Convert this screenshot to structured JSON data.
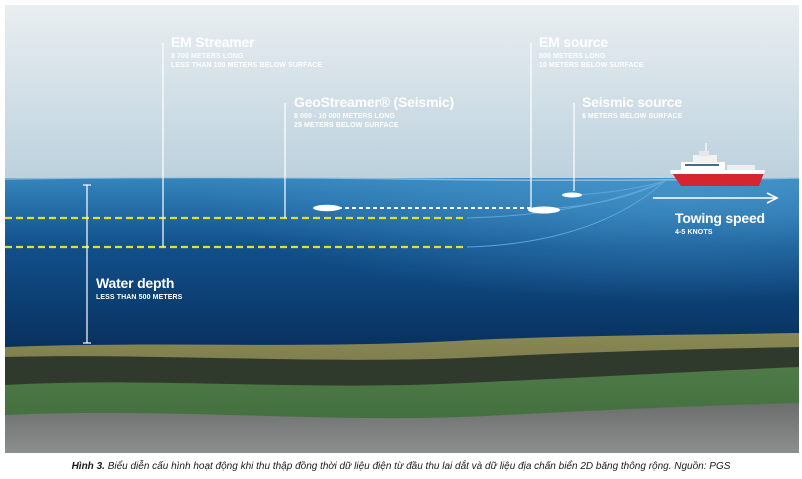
{
  "labels": {
    "em_streamer": {
      "title": "EM Streamer",
      "line1": "8 700 METERS LONG",
      "line2": "LESS THAN 100 METERS BELOW SURFACE"
    },
    "geostreamer": {
      "title": "GeoStreamer® (Seismic)",
      "line1": "8 000 - 10 000 METERS LONG",
      "line2": "25 METERS BELOW SURFACE"
    },
    "em_source": {
      "title": "EM source",
      "line1": "800 METERS LONG",
      "line2": "10 METERS BELOW SURFACE"
    },
    "seismic_source": {
      "title": "Seismic source",
      "line1": "6 METERS BELOW SURFACE"
    },
    "towing_speed": {
      "title": "Towing speed",
      "line1": "4-5 KNOTS"
    },
    "water_depth": {
      "title": "Water depth",
      "line1": "LESS THAN 500 METERS"
    }
  },
  "caption": {
    "prefix": "Hình 3.",
    "text": " Biểu diễn cấu hình hoạt động khi thu thập đồng thời dữ liệu điện từ đầu thu lai dắt và dữ liệu địa chấn biển 2D băng thông rộng. Nguồn: PGS"
  },
  "colors": {
    "sky_top": "#e9eef1",
    "sky_bottom": "#bfd3de",
    "sea_top": "#2f7fb8",
    "sea_bottom": "#062a55",
    "streamer_line": "#e8dc2a",
    "ship_hull": "#d6252e",
    "ship_deck": "#ffffff"
  }
}
